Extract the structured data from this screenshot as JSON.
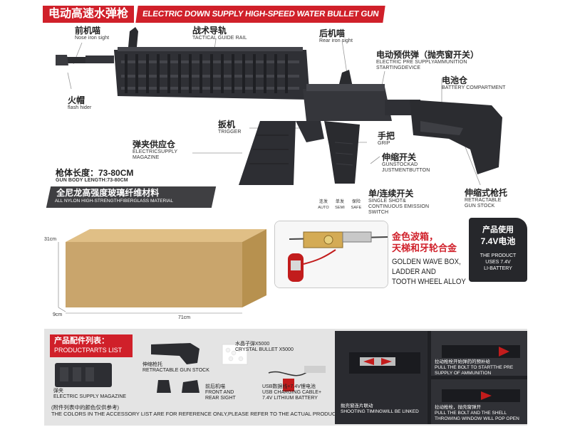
{
  "title": {
    "cn": "电动高速水弹枪",
    "en": "ELECTRIC DOWN SUPPLY HIGH-SPEED WATER BULLET GUN"
  },
  "labels": {
    "nose_sight": {
      "cn": "前机喵",
      "en": "Nose iron sight"
    },
    "rail": {
      "cn": "战术导轨",
      "en": "TACTICAL GUIDE RAIL"
    },
    "rear_sight": {
      "cn": "后机喵",
      "en": "Rear iron sight"
    },
    "pre_supply": {
      "cn": "电动预供弹（抛壳窗开关）",
      "en1": "ELECTRIC PRE SUPPLYAMMUNITION",
      "en2": "STARTINGDEVICE"
    },
    "battery_comp": {
      "cn": "电池仓",
      "en": "BATTERY COMPARTMENT"
    },
    "flash_hider": {
      "cn": "火帽",
      "en": "flash hider"
    },
    "trigger": {
      "cn": "扳机",
      "en": "TRIGGER"
    },
    "grip": {
      "cn": "手把",
      "en": "GRIP"
    },
    "magazine": {
      "cn": "弹夹供应仓",
      "en1": "ELECTRICSUPPLY",
      "en2": "MAGAZINE"
    },
    "stock_button": {
      "cn": "伸缩开关",
      "en1": "GUNSTOCKAD",
      "en2": "JUSTMENTBUTTON"
    },
    "fire_switch": {
      "cn": "单/连续开关",
      "en1": "SINGLE SHOT&",
      "en2": "CONTINUOUS EMISSION",
      "en3": "SWITCH"
    },
    "stock": {
      "cn": "伸缩式枪托",
      "en1": "RETRACTABLE",
      "en2": "GUN STOCK"
    },
    "mode_auto": {
      "cn": "连发",
      "en": "AUTO"
    },
    "mode_semi": {
      "cn": "单发",
      "en": "SEMI"
    },
    "mode_safe": {
      "cn": "保险",
      "en": "SAFE"
    }
  },
  "body_length": {
    "cn": "枪体长度：73-80CM",
    "en": "GUN BODY LENGTH:73-80CM"
  },
  "material": {
    "cn": "全尼龙高强度玻璃纤维材料",
    "en": "ALL NYLON HIGH-STRENGTHFIBERGLASS MATERIAL"
  },
  "box_dims": {
    "height": "31cm",
    "depth": "9cm",
    "length": "71cm"
  },
  "gearbox": {
    "cn1": "金色波箱，",
    "cn2": "天梯和牙轮合金",
    "en1": "GOLDEN WAVE BOX,",
    "en2": "LADDER AND",
    "en3": "TOOTH WHEEL ALLOY"
  },
  "battery": {
    "cn1": "产品使用",
    "cn2": "7.4V电池",
    "en1": "THE PRODUCT",
    "en2": "USES 7.4V",
    "en3": "LI-BATTERY"
  },
  "parts": {
    "title_cn": "产品配件列表：",
    "title_en": "PRODUCTPARTS LIST",
    "stock": {
      "cn": "伸缩枪托",
      "en": "RETRACTABLE GUN STOCK"
    },
    "crystal": {
      "cn": "水晶子弹X5000",
      "en": "CRYSTAL BULLET X5000"
    },
    "magazine": {
      "cn": "弹夹",
      "en": "ELECTRIC SUPPLY MAGAZINE"
    },
    "sights": {
      "cn": "前后机喵",
      "en1": "FRONT AND",
      "en2": "REAR SIGHT"
    },
    "cable": {
      "cn": "USB数据线+7.4V锂电池",
      "en1": "USB CHARGING CABLE+",
      "en2": "7.4V LITHIUM BATTERY"
    },
    "notice_cn": "(附件列表中的颜色仅供参考)",
    "notice_en": "THE COLORS IN THE ACCESSORY LIST ARE FOR REFERENCE ONLY,PLEASE REFER TO THE ACTUAL PRODUCT!"
  },
  "photos": {
    "p1": {
      "cn": "抛壳窗连片联动",
      "en": "SHOOTING TIMINGWILL BE LINKED"
    },
    "p2": {
      "cn": "拉动枪栓开始弹药的预补给",
      "en1": "PULL THE BOLT TO STARTTHE PRE",
      "en2": "SUPPLY OF AMMUNITION"
    },
    "p3": {
      "cn": "拉动枪栓，抛壳窗弹开",
      "en1": "PULL THE BOLT AND THE SHELL",
      "en2": "THROWING WINDOW WILL POP OPEN"
    }
  },
  "colors": {
    "accent": "#d0202a",
    "dark": "#2b2c30",
    "box": "#c9a56c"
  }
}
